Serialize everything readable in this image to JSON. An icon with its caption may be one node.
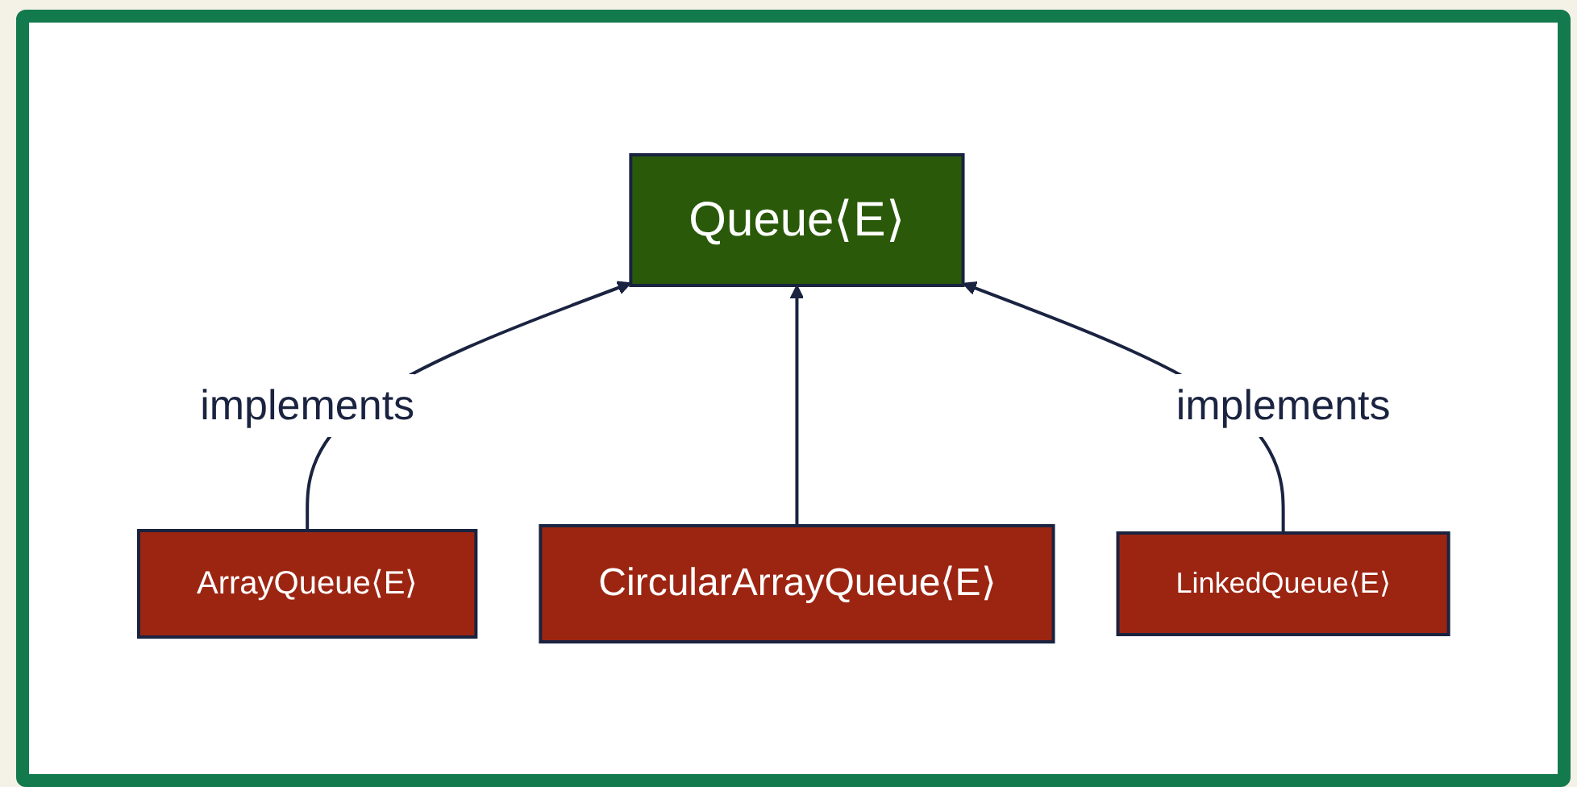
{
  "diagram": {
    "nodes": [
      {
        "text": [
          "Queue⟨E⟩"
        ]
      },
      {
        "text": [
          "ArrayQueue⟨E⟩"
        ]
      },
      {
        "text": [
          "CircularArrayQueue⟨E⟩"
        ]
      },
      {
        "text": [
          "LinkedQueue⟨E⟩"
        ]
      }
    ],
    "edges": [
      {
        "from": 1,
        "to": 0,
        "arrow": "to",
        "label": "implements"
      },
      {
        "from": 2,
        "to": 0,
        "arrow": "to"
      },
      {
        "from": 3,
        "to": 0,
        "arrow": "to",
        "label": "implements"
      }
    ]
  }
}
